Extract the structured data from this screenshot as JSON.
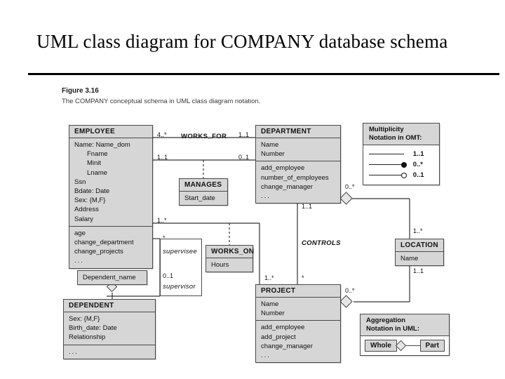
{
  "slide": {
    "title": "UML class diagram for COMPANY database schema",
    "figure_label": "Figure 3.16",
    "figure_caption": "The COMPANY conceptual schema in UML class diagram notation."
  },
  "classes": {
    "employee": {
      "name": "EMPLOYEE",
      "attributes": [
        "Name: Name_dom",
        "Fname",
        "Minit",
        "Lname",
        "Ssn",
        "Bdate: Date",
        "Sex: {M,F}",
        "Address",
        "Salary"
      ],
      "operations": [
        "age",
        "change_department",
        "change_projects",
        "..."
      ]
    },
    "department": {
      "name": "DEPARTMENT",
      "attributes": [
        "Name",
        "Number"
      ],
      "operations": [
        "add_employee",
        "number_of_employees",
        "change_manager",
        "..."
      ]
    },
    "project": {
      "name": "PROJECT",
      "attributes": [
        "Name",
        "Number"
      ],
      "operations": [
        "add_employee",
        "add_project",
        "change_manager",
        "..."
      ]
    },
    "dependent": {
      "name": "DEPENDENT",
      "attributes": [
        "Sex: {M,F}",
        "Birth_date: Date",
        "Relationship"
      ],
      "operations": [
        "..."
      ]
    },
    "location": {
      "name": "LOCATION",
      "attributes": [
        "Name"
      ]
    },
    "manages": {
      "name": "MANAGES",
      "attributes": [
        "Start_date"
      ]
    },
    "works_on": {
      "name": "WORKS_ON",
      "attributes": [
        "Hours"
      ]
    },
    "dependent_name": {
      "name": "Dependent_name"
    }
  },
  "associations": {
    "works_for": "WORKS_FOR",
    "controls": "CONTROLS",
    "supervisee": "supervisee",
    "supervisor": "supervisor"
  },
  "multiplicities": {
    "emp_works_for": "4..*",
    "dept_works_for": "1..1",
    "emp_manages": "1..1",
    "dept_manages": "0..1",
    "emp_works_on": "1..*",
    "emp_supervisee": "*",
    "emp_supervisor": "0..1",
    "dept_controls": "1..1",
    "proj_controls": "*",
    "proj_works_on": "1..*",
    "dept_locations": "0..*",
    "location_top": "1..*",
    "location_bottom": "1..1",
    "proj_location": "0..*"
  },
  "legends": {
    "multiplicity": {
      "title_line1": "Multiplicity",
      "title_line2": "Notation in OMT:",
      "rows": [
        {
          "art": "plain-line",
          "label": "1..1"
        },
        {
          "art": "filled-circle",
          "label": "0..*"
        },
        {
          "art": "hollow-circle",
          "label": "0..1"
        }
      ]
    },
    "aggregation": {
      "title_line1": "Aggregation",
      "title_line2": "Notation in UML:",
      "whole": "Whole",
      "part": "Part"
    }
  },
  "colors": {
    "box_fill": "#d6d6d6",
    "box_border": "#4a4a4a",
    "line": "#333333",
    "background": "#ffffff"
  }
}
